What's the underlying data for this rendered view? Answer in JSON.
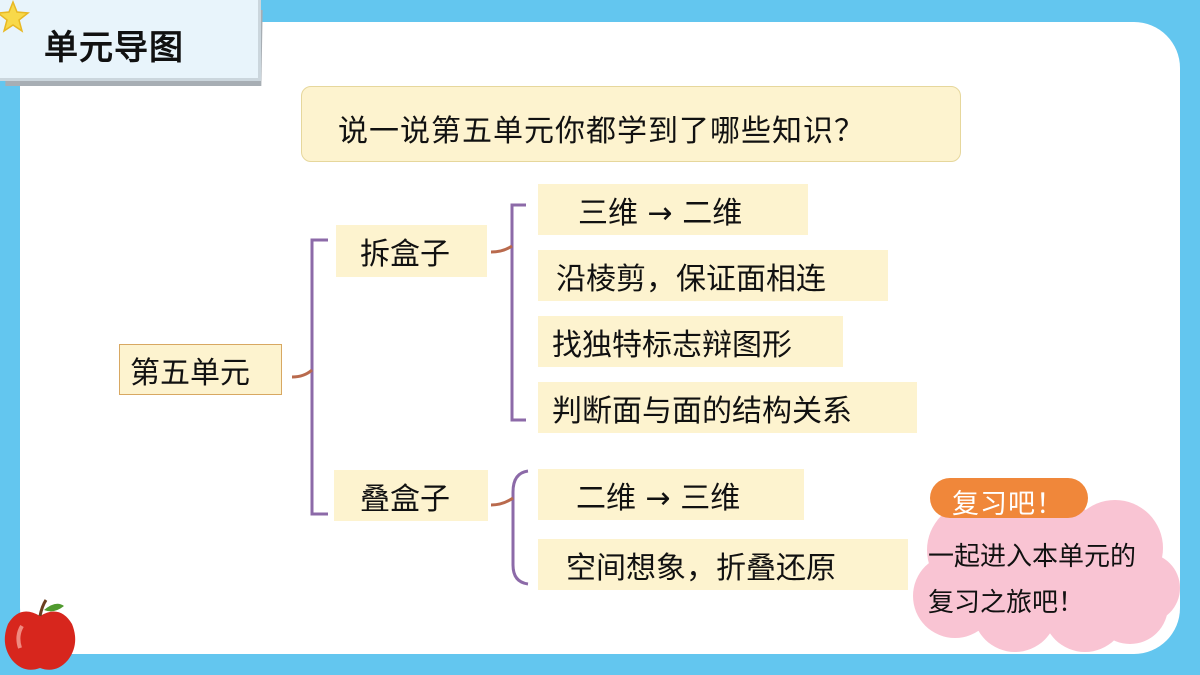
{
  "header": {
    "title": "单元导图"
  },
  "question": "说一说第五单元你都学到了哪些知识？",
  "mindmap": {
    "root": "第五单元",
    "branches": [
      {
        "label": "拆盒子",
        "items": [
          "三维 → 二维",
          "沿棱剪，保证面相连",
          "找独特标志辩图形",
          "判断面与面的结构关系"
        ]
      },
      {
        "label": "叠盒子",
        "items": [
          "二维 → 三维",
          "空间想象，折叠还原"
        ]
      }
    ]
  },
  "review": {
    "tag": "复习吧！",
    "line1": "一起进入本单元的",
    "line2": "复习之旅吧！"
  },
  "colors": {
    "background": "#63c6ef",
    "box_fill": "#fdf3cf",
    "bracket": "#8c6aa8",
    "connector": "#b96a4d",
    "tag": "#f0873a",
    "cloud": "#f9c4d3"
  },
  "icons": [
    "star-icon",
    "apple-icon"
  ]
}
